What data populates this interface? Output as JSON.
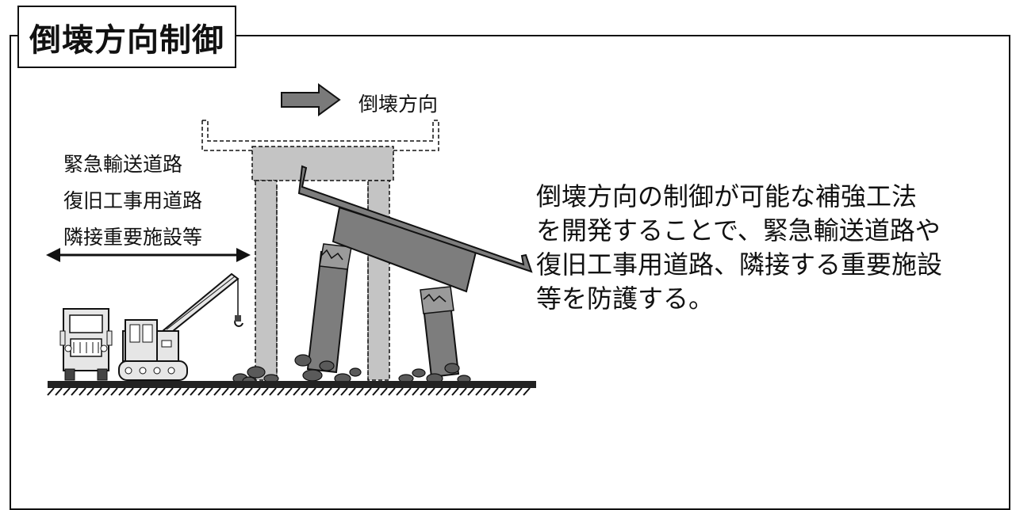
{
  "title": "倒壊方向制御",
  "direction_label": "倒壊方向",
  "road_labels": [
    "緊急輸送道路",
    "復旧工事用道路",
    "隣接重要施設等"
  ],
  "description": [
    "倒壊方向の制御が可能な補強工法",
    "を開発することで、緊急輸送道路や",
    "復旧工事用道路、隣接する重要施設",
    "等を防護する。"
  ],
  "colors": {
    "line": "#111111",
    "pier_gray": "#c4c4c4",
    "arrow_gray": "#7a7a7a",
    "debris": "#5a5a5a",
    "equipment": "#e6e6e6"
  },
  "icons": [
    "direction-arrow-icon",
    "double-arrow-icon",
    "truck-icon",
    "crane-icon",
    "collapsed-pier-icon",
    "rubble-icon",
    "ground-hatch-icon"
  ]
}
